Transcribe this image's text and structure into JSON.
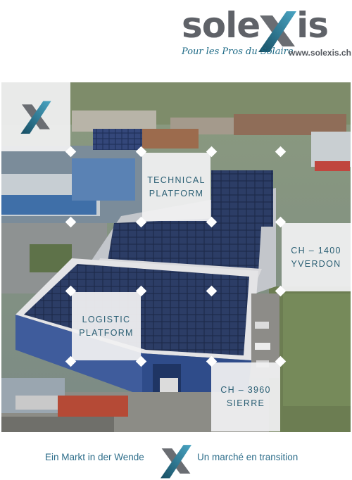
{
  "brand": {
    "name_part1": "sole",
    "name_part2": "is",
    "tagline": "Pour les Pros du Solaire",
    "url": "www.solexis.ch"
  },
  "tiles": {
    "technical": [
      "TECHNICAL",
      "PLATFORM"
    ],
    "yverdon": [
      "CH – 1400",
      "YVERDON"
    ],
    "logistic": [
      "LOGISTIC",
      "PLATFORM"
    ],
    "sierre": [
      "CH – 3960",
      "SIERRE"
    ]
  },
  "footer": {
    "left": "Ein Markt in der Wende",
    "right": "Un marché en transition"
  },
  "colors": {
    "brand_gray": "#5f6268",
    "brand_blue": "#1d6a86",
    "x_teal": "#3a93b2",
    "x_dark": "#174e63"
  },
  "icons": {
    "logo_mark": "x-logo-icon"
  }
}
